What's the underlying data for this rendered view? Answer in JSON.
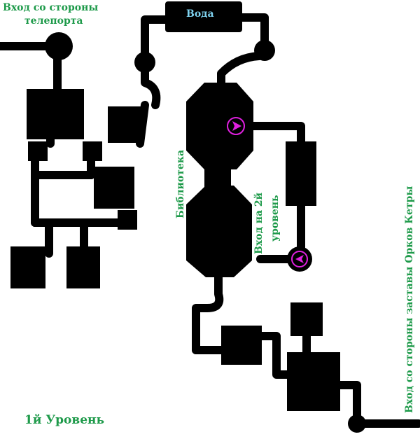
{
  "labels": {
    "teleport_entrance_line1": "Вход со стороны",
    "teleport_entrance_line2": "телепорта",
    "water": "Вода",
    "library": "Библиотека",
    "to_level2_line1": "Вход на 2й",
    "to_level2_line2": "уровень",
    "orc_outpost_entrance": "Вход со стороны заставы Орков Кетры",
    "level_title": "1й Уровень"
  },
  "colors": {
    "map_fill": "#000000",
    "label_text": "#1e9a4a",
    "water_text": "#7fd3f0",
    "portal_marker": "#e020e0"
  },
  "icons": [
    "portal-marker-icon",
    "portal-marker-icon"
  ]
}
